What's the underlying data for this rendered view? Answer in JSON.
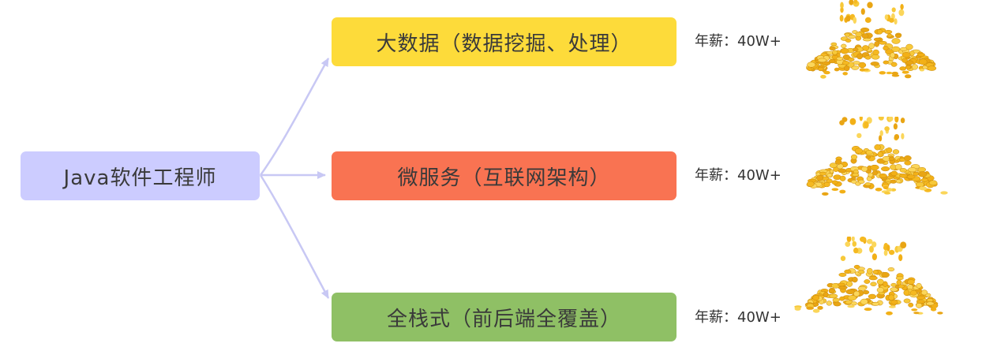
{
  "root": {
    "label": "Java软件工程师"
  },
  "branches": [
    {
      "label": "大数据（数据挖掘、处理）",
      "color": "#fddb3a",
      "salary": "年薪：40W+"
    },
    {
      "label": "微服务（互联网架构）",
      "color": "#f97352",
      "salary": "年薪：40W+"
    },
    {
      "label": "全栈式（前后端全覆盖）",
      "color": "#8fc065",
      "salary": "年薪：40W+"
    }
  ],
  "colors": {
    "root": "#ccccff",
    "connector": "#c8c8f4",
    "coin": "#f5b921"
  },
  "icons": [
    "gold-coins-icon",
    "gold-coins-icon",
    "gold-coins-icon"
  ]
}
